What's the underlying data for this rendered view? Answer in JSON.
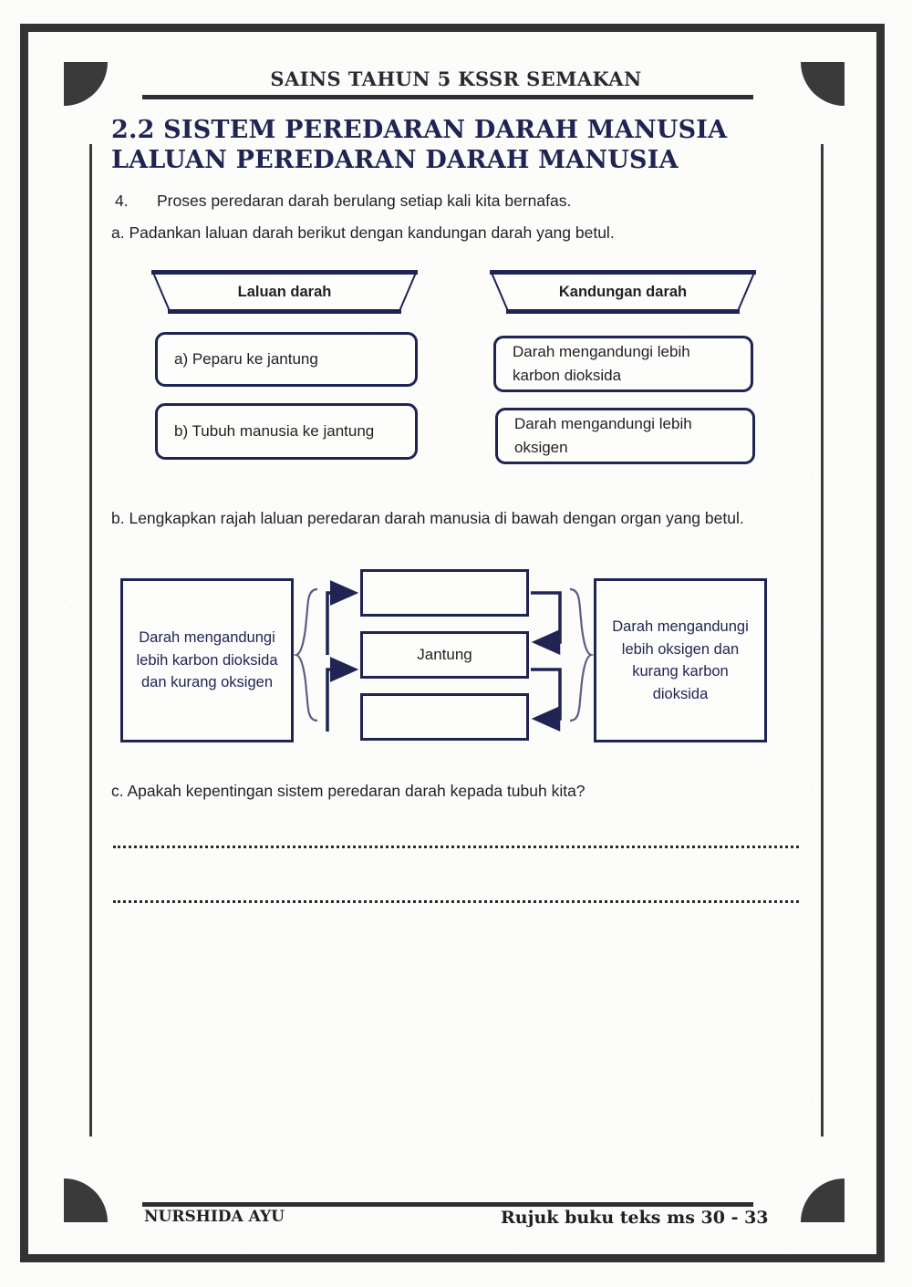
{
  "header": {
    "title": "SAINS TAHUN 5 KSSR SEMAKAN"
  },
  "titles": {
    "line1": "2.2 SISTEM PEREDARAN DARAH MANUSIA",
    "line2": "LALUAN PEREDARAN DARAH MANUSIA"
  },
  "questions": {
    "q4_number": "4.",
    "q4_text": "Proses peredaran darah berulang setiap kali kita bernafas.",
    "part_a": "a. Padankan laluan darah berikut dengan kandungan darah yang betul.",
    "part_b": "b. Lengkapkan rajah laluan peredaran darah manusia di bawah dengan organ yang betul.",
    "part_c": "c. Apakah kepentingan sistem peredaran darah kepada tubuh kita?"
  },
  "matching": {
    "left_banner": "Laluan darah",
    "right_banner": "Kandungan darah",
    "left_options": [
      "a) Peparu ke jantung",
      "b) Tubuh manusia ke jantung"
    ],
    "right_options": [
      "Darah mengandungi lebih karbon dioksida",
      "Darah mengandungi lebih oksigen"
    ]
  },
  "diagram": {
    "left_box": "Darah mengandungi lebih karbon dioksida dan kurang oksigen",
    "right_box": "Darah mengandungi lebih oksigen dan kurang karbon dioksida",
    "middle_boxes": [
      {
        "label": "",
        "state": "blank"
      },
      {
        "label": "Jantung",
        "state": "filled"
      },
      {
        "label": "",
        "state": "blank"
      }
    ]
  },
  "answer_lines": 2,
  "footer": {
    "left": "NURSHIDA AYU",
    "right": "Rujuk buku teks ms 30 - 33"
  },
  "colors": {
    "navy": "#1f2452",
    "frame_dark": "#333333",
    "text": "#231f20",
    "paper": "#fcfcfb"
  }
}
